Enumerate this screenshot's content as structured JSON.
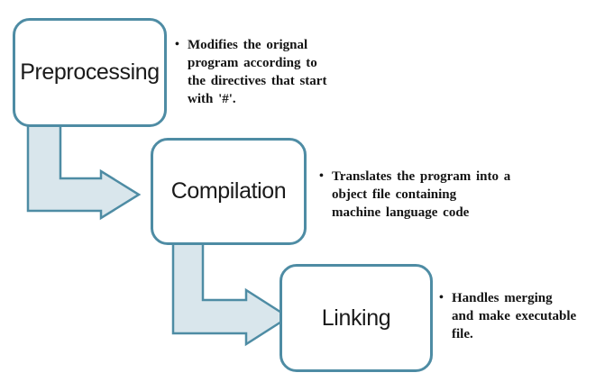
{
  "diagram": {
    "type": "process-flow",
    "colors": {
      "box_border": "#4e8ca4",
      "box_fill": "#ffffff",
      "arrow_fill": "#d9e6ec",
      "arrow_border": "#4e8ca4",
      "text": "#141414"
    },
    "bullet_marker": "•",
    "steps": [
      {
        "label": "Preprocessing",
        "bullet_lines": [
          "Modifies the orignal",
          "program according to",
          "the directives that start",
          "with '#'."
        ]
      },
      {
        "label": "Compilation",
        "bullet_lines": [
          "Translates the program into a",
          "object file containing",
          "machine language code"
        ]
      },
      {
        "label": "Linking",
        "bullet_lines": [
          "Handles merging",
          "and make executable",
          "file."
        ]
      }
    ]
  }
}
